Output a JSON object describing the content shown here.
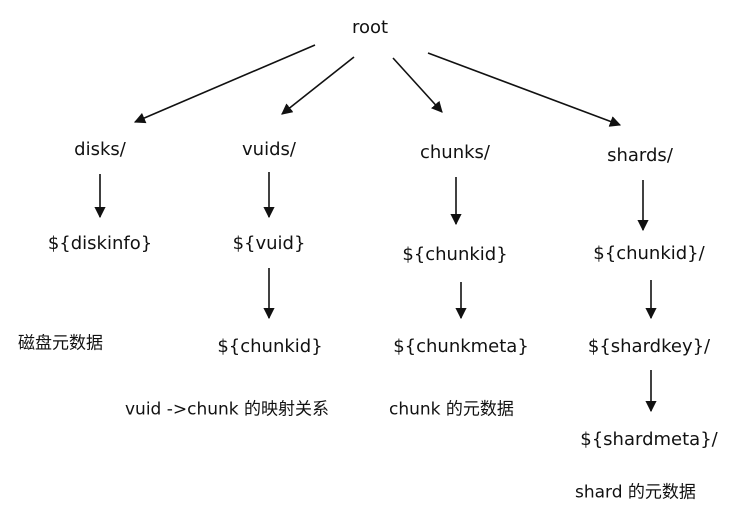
{
  "nodes": {
    "root": "root",
    "disks": "disks/",
    "vuids": "vuids/",
    "chunks": "chunks/",
    "shards": "shards/",
    "diskinfo": "${diskinfo}",
    "vuid": "${vuid}",
    "vuid_chunkid": "${chunkid}",
    "chunks_chunkid": "${chunkid}",
    "shards_chunkid": "${chunkid}/",
    "chunkmeta": "${chunkmeta}",
    "shardkey": "${shardkey}/",
    "shardmeta": "${shardmeta}/"
  },
  "captions": {
    "disk_meta": "磁盘元数据",
    "vuid_chunk_map": "vuid ->chunk 的映射关系",
    "chunk_meta": "chunk 的元数据",
    "shard_meta": "shard 的元数据"
  },
  "colors": {
    "ink": "#111111",
    "background": "#ffffff"
  }
}
